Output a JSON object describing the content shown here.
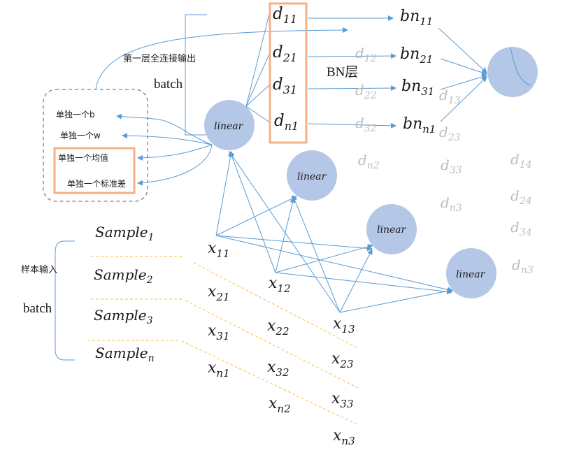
{
  "labels": {
    "first_layer_output": "第一层全连接输出",
    "batch_top": "batch",
    "bn_layer": "BN层",
    "sample_input": "样本输入",
    "batch_left": "batch"
  },
  "param_box": {
    "items": [
      "单独一个b",
      "单独一个w",
      "单独一个均值",
      "单独一个标准差"
    ]
  },
  "linear_nodes": [
    "linear",
    "linear",
    "linear",
    "linear"
  ],
  "d_column": [
    {
      "base": "d",
      "sub": "11"
    },
    {
      "base": "d",
      "sub": "21"
    },
    {
      "base": "d",
      "sub": "31"
    },
    {
      "base": "d",
      "sub": "n1"
    }
  ],
  "bn_column": [
    {
      "base": "bn",
      "sub": "11"
    },
    {
      "base": "bn",
      "sub": "21"
    },
    {
      "base": "bn",
      "sub": "31"
    },
    {
      "base": "bn",
      "sub": "n1"
    }
  ],
  "faded_d": [
    {
      "base": "d",
      "sub": "12"
    },
    {
      "base": "d",
      "sub": "22"
    },
    {
      "base": "d",
      "sub": "32"
    },
    {
      "base": "d",
      "sub": "n2"
    },
    {
      "base": "d",
      "sub": "13"
    },
    {
      "base": "d",
      "sub": "23"
    },
    {
      "base": "d",
      "sub": "33"
    },
    {
      "base": "d",
      "sub": "n3"
    },
    {
      "base": "d",
      "sub": "14"
    },
    {
      "base": "d",
      "sub": "24"
    },
    {
      "base": "d",
      "sub": "34"
    },
    {
      "base": "d",
      "sub": "n3"
    }
  ],
  "samples": [
    {
      "base": "Sample",
      "sub": "1"
    },
    {
      "base": "Sample",
      "sub": "2"
    },
    {
      "base": "Sample",
      "sub": "3"
    },
    {
      "base": "Sample",
      "sub": "n"
    }
  ],
  "x_values": [
    {
      "base": "x",
      "sub": "11"
    },
    {
      "base": "x",
      "sub": "21"
    },
    {
      "base": "x",
      "sub": "31"
    },
    {
      "base": "x",
      "sub": "n1"
    },
    {
      "base": "x",
      "sub": "12"
    },
    {
      "base": "x",
      "sub": "22"
    },
    {
      "base": "x",
      "sub": "32"
    },
    {
      "base": "x",
      "sub": "n2"
    },
    {
      "base": "x",
      "sub": "13"
    },
    {
      "base": "x",
      "sub": "23"
    },
    {
      "base": "x",
      "sub": "33"
    },
    {
      "base": "x",
      "sub": "n3"
    }
  ],
  "colors": {
    "node_fill": "#b4c7e7",
    "arrow": "#5b9bd5",
    "highlight_box": "#f4b183",
    "dashed_box": "#7f7f7f",
    "sample_divider": "#f6c343",
    "faded_text": "#bdbdbd"
  }
}
